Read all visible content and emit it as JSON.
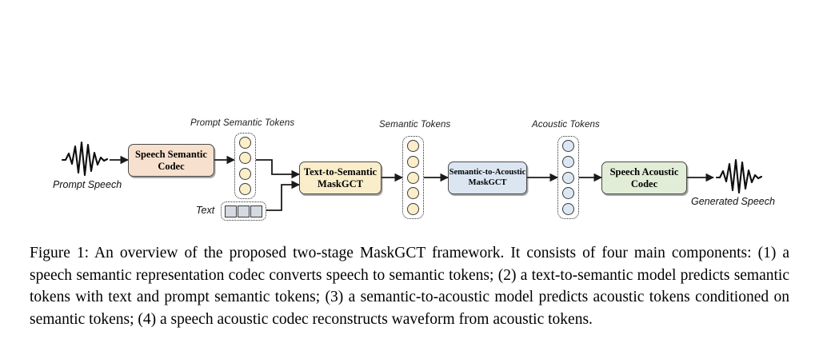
{
  "figure": {
    "diagram_type": "pipeline-flowchart",
    "input": {
      "waveform_label": "Prompt Speech",
      "waveform_icon": "audio-waveform-icon"
    },
    "output": {
      "waveform_label": "Generated Speech",
      "waveform_icon": "audio-waveform-icon"
    },
    "stage_labels": {
      "prompt_semantic_tokens": "Prompt Semantic Tokens",
      "semantic_tokens": "Semantic Tokens",
      "acoustic_tokens": "Acoustic Tokens",
      "text": "Text"
    },
    "boxes": [
      {
        "id": "speech-semantic-codec",
        "line1": "Speech Semantic",
        "line2": "Codec",
        "color": "#f7e0cd"
      },
      {
        "id": "text-to-semantic-maskgct",
        "line1": "Text-to-Semantic",
        "line2": "MaskGCT",
        "color": "#faeeca"
      },
      {
        "id": "semantic-to-acoustic-maskgct",
        "line1": "Semantic-to-Acoustic",
        "line2": "MaskGCT",
        "color": "#dbe6f2"
      },
      {
        "id": "speech-acoustic-codec",
        "line1": "Speech Acoustic",
        "line2": "Codec",
        "color": "#e1edd7"
      }
    ],
    "token_stacks": [
      {
        "id": "prompt-semantic-tokens",
        "count": 4,
        "color": "#fbeec8",
        "shape": "circle"
      },
      {
        "id": "semantic-tokens",
        "count": 5,
        "color": "#fbeec8",
        "shape": "circle"
      },
      {
        "id": "acoustic-tokens",
        "count": 5,
        "color": "#dce7f4",
        "shape": "circle"
      },
      {
        "id": "text-tokens",
        "count": 3,
        "color": "#d4d9e2",
        "shape": "square"
      }
    ]
  },
  "caption": {
    "text": "Figure 1: An overview of the proposed two-stage MaskGCT framework. It consists of four main components: (1) a speech semantic representation codec converts speech to semantic tokens; (2) a text-to-semantic model predicts semantic tokens with text and prompt semantic tokens; (3) a semantic-to-acoustic model predicts acoustic tokens conditioned on semantic tokens; (4) a speech acoustic codec reconstructs waveform from acoustic tokens."
  }
}
